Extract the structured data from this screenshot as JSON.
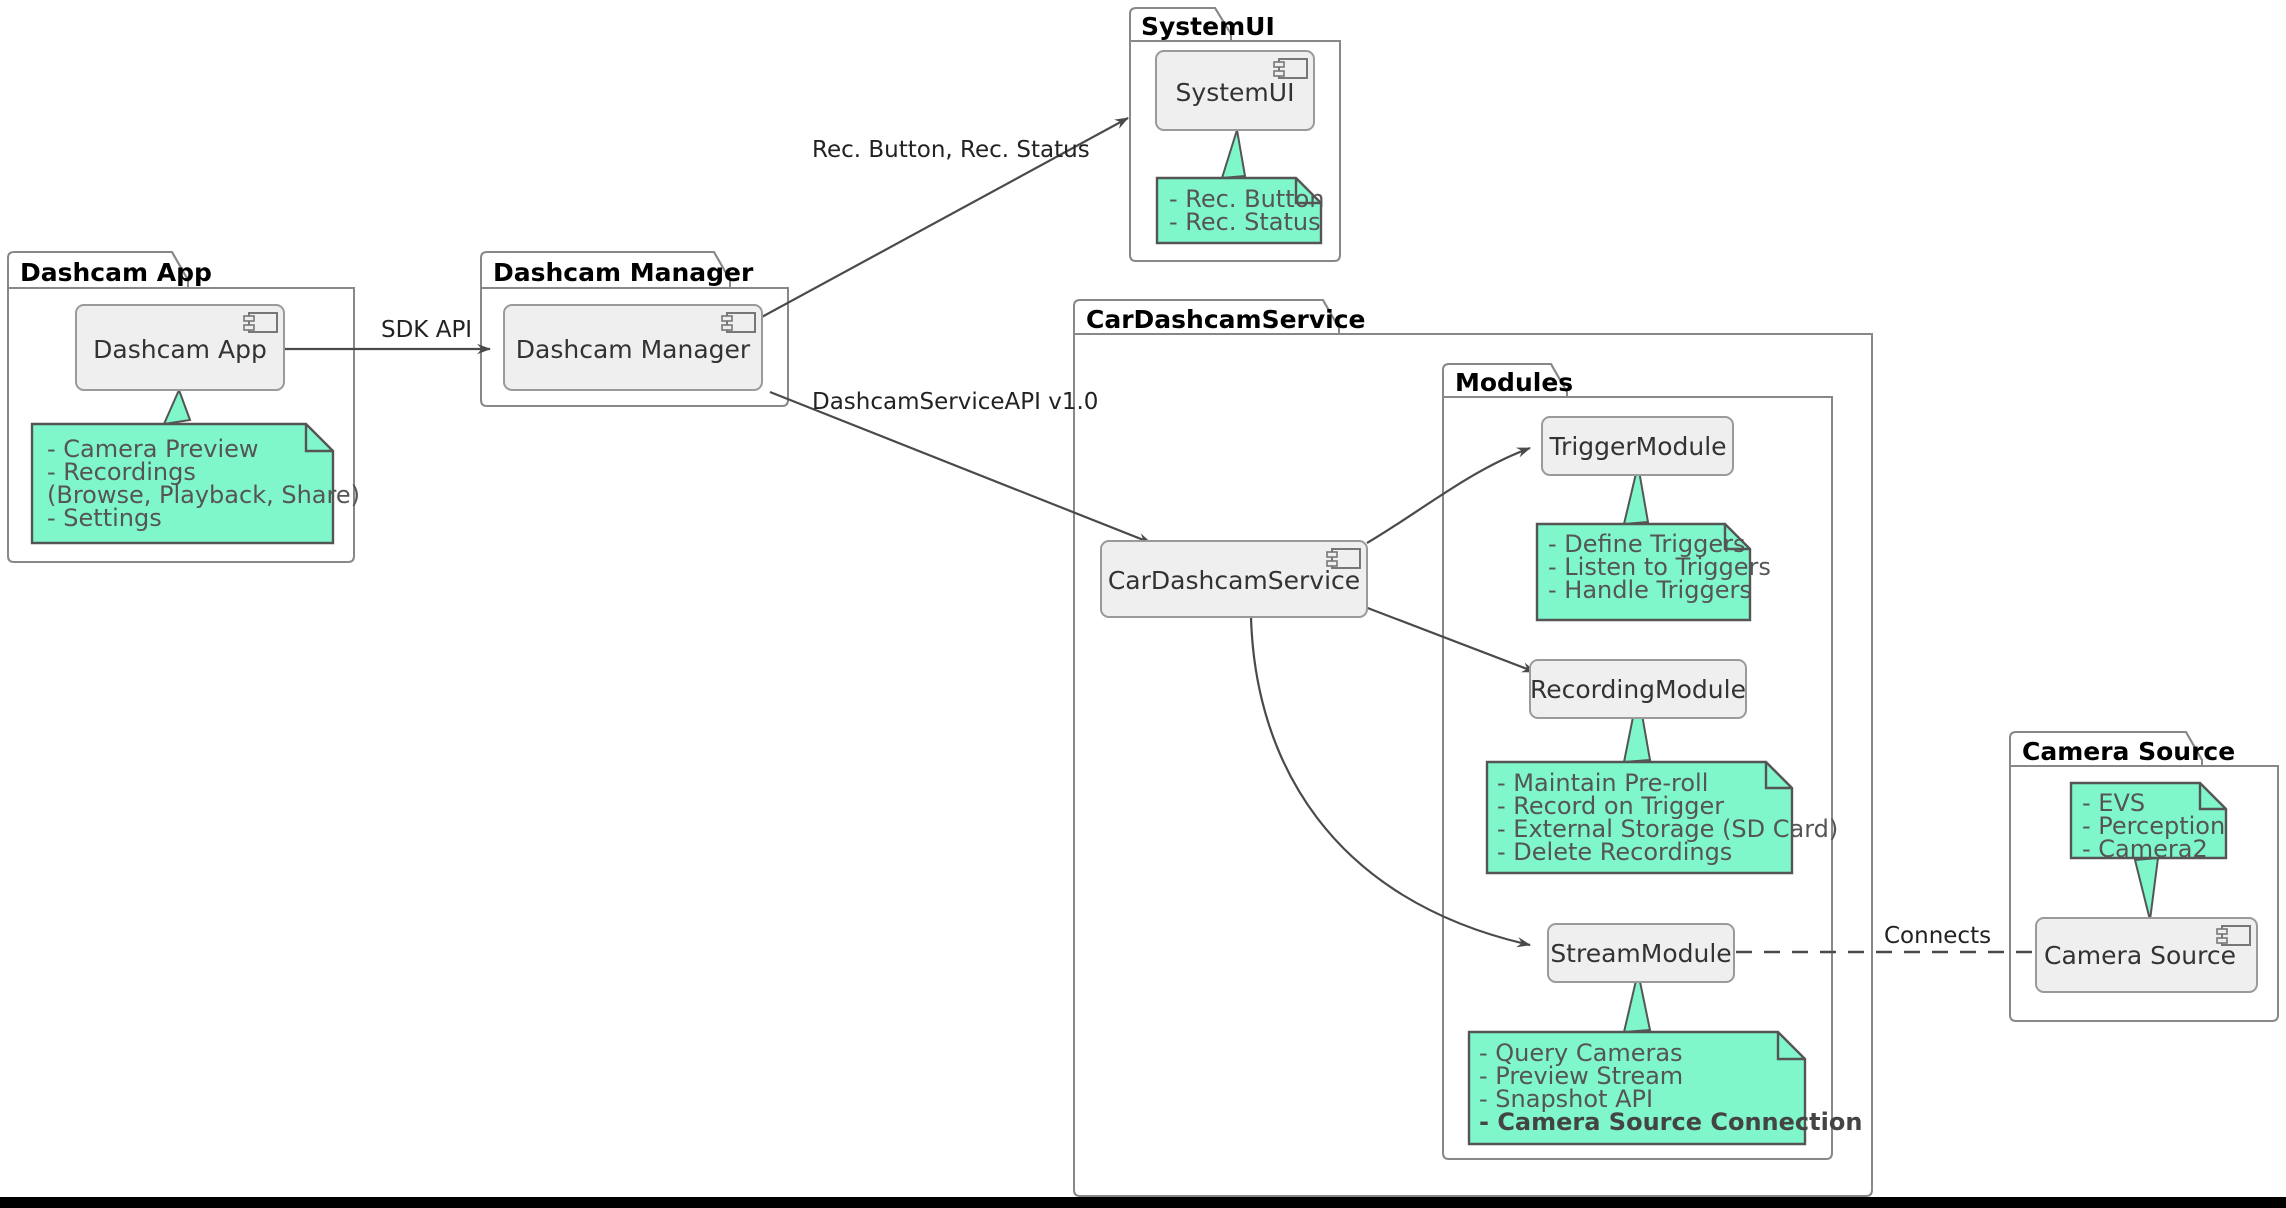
{
  "diagram": {
    "type": "uml-component-diagram",
    "colors": {
      "note_fill": "#7FF7CB",
      "note_stroke": "#555555",
      "component_fill": "#EFEFEF",
      "component_stroke": "#999999",
      "package_stroke": "#888888",
      "edge_stroke": "#4A4A4A",
      "text_dark": "#333333",
      "text_note": "#555555",
      "bottom_bar": "#000000"
    }
  },
  "packages": [
    {
      "id": "dashcam-app",
      "title": "Dashcam App"
    },
    {
      "id": "dashcam-manager",
      "title": "Dashcam Manager"
    },
    {
      "id": "systemui",
      "title": "SystemUI"
    },
    {
      "id": "cardashcamservice",
      "title": "CarDashcamService"
    },
    {
      "id": "modules",
      "title": "Modules"
    },
    {
      "id": "camera-source",
      "title": "Camera Source"
    }
  ],
  "components": [
    {
      "id": "dashcam-app",
      "label": "Dashcam App",
      "icon": "component-icon"
    },
    {
      "id": "dashcam-manager",
      "label": "Dashcam Manager",
      "icon": "component-icon"
    },
    {
      "id": "systemui",
      "label": "SystemUI",
      "icon": "component-icon"
    },
    {
      "id": "cardashcamservice",
      "label": "CarDashcamService",
      "icon": "component-icon"
    },
    {
      "id": "triggermodule",
      "label": "TriggerModule",
      "icon": "none"
    },
    {
      "id": "recordingmodule",
      "label": "RecordingModule",
      "icon": "none"
    },
    {
      "id": "streammodule",
      "label": "StreamModule",
      "icon": "none"
    },
    {
      "id": "camera-source",
      "label": "Camera Source",
      "icon": "component-icon"
    }
  ],
  "notes": [
    {
      "id": "note-dashcam-app",
      "attached_to": "dashcam-app",
      "lines": [
        {
          "text": "- Camera Preview",
          "bold": false
        },
        {
          "text": "- Recordings",
          "bold": false
        },
        {
          "text": "  (Browse, Playback, Share)",
          "bold": false
        },
        {
          "text": "- Settings",
          "bold": false
        }
      ]
    },
    {
      "id": "note-systemui",
      "attached_to": "systemui",
      "lines": [
        {
          "text": "- Rec. Button",
          "bold": false
        },
        {
          "text": "- Rec. Status",
          "bold": false
        }
      ]
    },
    {
      "id": "note-triggermodule",
      "attached_to": "triggermodule",
      "lines": [
        {
          "text": "- Define Triggers",
          "bold": false
        },
        {
          "text": "- Listen to Triggers",
          "bold": false
        },
        {
          "text": "- Handle Triggers",
          "bold": false
        }
      ]
    },
    {
      "id": "note-recordingmodule",
      "attached_to": "recordingmodule",
      "lines": [
        {
          "text": "- Maintain Pre-roll",
          "bold": false
        },
        {
          "text": "- Record on Trigger",
          "bold": false
        },
        {
          "text": "- External Storage (SD Card)",
          "bold": false
        },
        {
          "text": "- Delete Recordings",
          "bold": false
        }
      ]
    },
    {
      "id": "note-streammodule",
      "attached_to": "streammodule",
      "lines": [
        {
          "text": "- Query Cameras",
          "bold": false
        },
        {
          "text": "- Preview Stream",
          "bold": false
        },
        {
          "text": "- Snapshot API",
          "bold": false
        },
        {
          "text": "- Camera Source Connection",
          "bold": true
        }
      ]
    },
    {
      "id": "note-camera-source",
      "attached_to": "camera-source",
      "lines": [
        {
          "text": "- EVS",
          "bold": false
        },
        {
          "text": "- Perception",
          "bold": false
        },
        {
          "text": "- Camera2",
          "bold": false
        }
      ]
    }
  ],
  "edges": [
    {
      "id": "edge-app-to-manager",
      "from": "dashcam-app",
      "to": "dashcam-manager",
      "label": "SDK API",
      "style": "solid",
      "arrow": "open"
    },
    {
      "id": "edge-manager-to-ui",
      "from": "dashcam-manager",
      "to": "systemui",
      "label": "Rec. Button, Rec. Status",
      "style": "solid",
      "arrow": "open"
    },
    {
      "id": "edge-manager-to-svc",
      "from": "dashcam-manager",
      "to": "cardashcamservice",
      "label": "DashcamServiceAPI v1.0",
      "style": "solid",
      "arrow": "open"
    },
    {
      "id": "edge-svc-to-trigger",
      "from": "cardashcamservice",
      "to": "triggermodule",
      "label": "",
      "style": "solid",
      "arrow": "open"
    },
    {
      "id": "edge-svc-to-recording",
      "from": "cardashcamservice",
      "to": "recordingmodule",
      "label": "",
      "style": "solid",
      "arrow": "open"
    },
    {
      "id": "edge-svc-to-stream",
      "from": "cardashcamservice",
      "to": "streammodule",
      "label": "",
      "style": "solid",
      "arrow": "open"
    },
    {
      "id": "edge-stream-to-camera",
      "from": "streammodule",
      "to": "camera-source",
      "label": "Connects",
      "style": "dashed",
      "arrow": "none"
    }
  ]
}
